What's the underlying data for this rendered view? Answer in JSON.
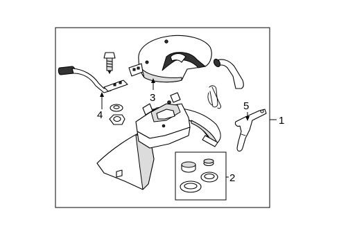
{
  "callouts": {
    "c1": "1",
    "c2": "2",
    "c3": "3",
    "c4": "4",
    "c5": "5"
  },
  "colors": {
    "line": "#000000",
    "fill": "#ffffff",
    "shade": "#dcdcdc",
    "dark": "#333333"
  }
}
